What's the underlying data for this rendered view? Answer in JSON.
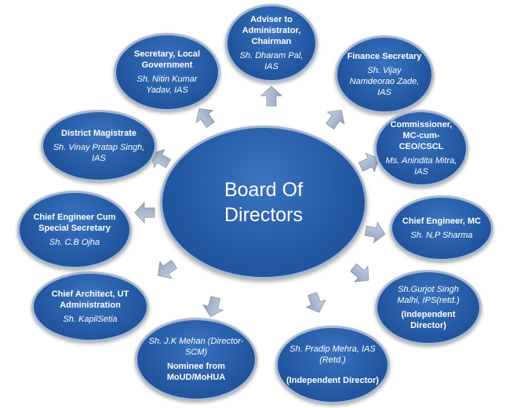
{
  "center": {
    "label": "Board Of Directors"
  },
  "members": [
    {
      "title": "Adviser to Administrator, Chairman",
      "name": "Sh. Dharam Pal, IAS"
    },
    {
      "title": "Finance Secretary",
      "name": "Sh. Vijay Namdeorao Zade, IAS"
    },
    {
      "title": "Commissioner, MC-cum-CEO/CSCL",
      "name": "Ms. Anindita Mitra, IAS"
    },
    {
      "title": "Chief Engineer, MC",
      "name": "Sh. N.P Sharma"
    },
    {
      "name": "Sh.Gurjot Singh Malhi, IPS(retd.)",
      "note": "(Independent Director)"
    },
    {
      "name": "Sh. Pradip Mehra, IAS (Retd.)",
      "note": "(Independent Director)"
    },
    {
      "name": "Sh. J.K Mehan (Director-SCM)",
      "note": "Nominee from MoUD/MoHUA"
    },
    {
      "title": "Chief Architect, UT Administration",
      "name": "Sh. KapilSetia"
    },
    {
      "title": "Chief Engineer Cum Special Secretary",
      "name": "Sh. C.B Ojha"
    },
    {
      "title": "District Magistrate",
      "name": "Sh. Vinay Pratap Singh, IAS"
    },
    {
      "title": "Secretary, Local Government",
      "name": "Sh. Nitin Kumar Yadav, IAS"
    }
  ],
  "colors": {
    "node": "#2458a2",
    "border": "#a7b8d2",
    "arrow": "#9fb0c8"
  },
  "icons": {
    "connector": "block-arrow-icon"
  }
}
